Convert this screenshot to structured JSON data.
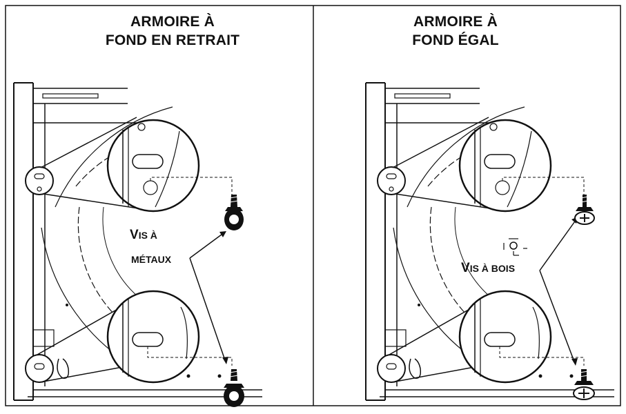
{
  "left_panel": {
    "title_line1": "ARMOIRE À",
    "title_line2": "FOND EN RETRAIT",
    "screw_label_line1_cap": "V",
    "screw_label_line1_rest": "IS À",
    "screw_label_line2": "MÉTAUX",
    "screw_icon": "metal-screw-icon"
  },
  "right_panel": {
    "title_line1": "ARMOIRE À",
    "title_line2": "FOND ÉGAL",
    "screw_label_cap": "V",
    "screw_label_rest": "IS À BOIS",
    "screw_icon": "wood-screw-icon"
  },
  "colors": {
    "line": "#111111",
    "background": "#ffffff"
  }
}
